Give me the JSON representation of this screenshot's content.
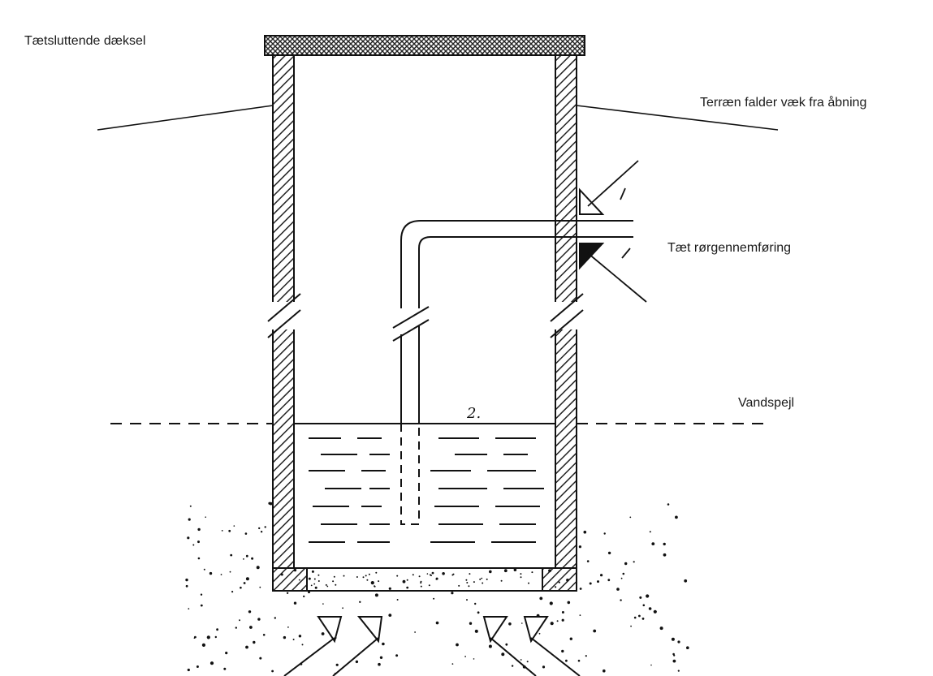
{
  "labels": {
    "cover": "Tætsluttende dæksel",
    "terrain": "Terræn falder væk fra åbning",
    "pipe_seal": "Tæt rørgennemføring",
    "water_level": "Vandspejl"
  },
  "annotation_number": "2.",
  "colors": {
    "ink": "#1a1a1a",
    "background": "#ffffff",
    "wall_hatch": "#222222"
  }
}
